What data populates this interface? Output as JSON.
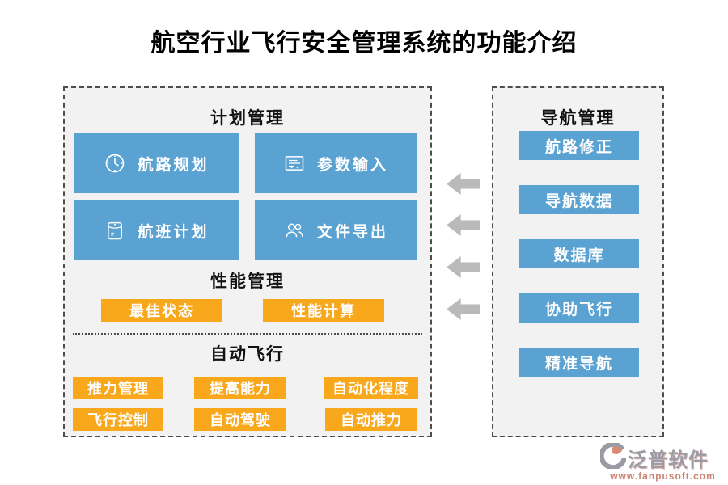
{
  "title": "航空行业飞行安全管理系统的功能介绍",
  "colors": {
    "button_blue": "#5AA2D2",
    "button_orange": "#F9A71B",
    "panel_background": "#F2F2F2",
    "panel_border": "#4D4D4D",
    "arrow_gray": "#BABABA"
  },
  "left_panel": {
    "plan_section": {
      "header": "计划管理",
      "buttons": [
        {
          "label": "航路规划",
          "icon": "clock-icon"
        },
        {
          "label": "参数输入",
          "icon": "form-icon"
        },
        {
          "label": "航班计划",
          "icon": "envelope-icon"
        },
        {
          "label": "文件导出",
          "icon": "users-icon"
        }
      ]
    },
    "performance_section": {
      "header": "性能管理",
      "buttons": [
        {
          "label": "最佳状态"
        },
        {
          "label": "性能计算"
        }
      ]
    },
    "autoflight_section": {
      "header": "自动飞行",
      "buttons": [
        {
          "label": "推力管理"
        },
        {
          "label": "提高能力"
        },
        {
          "label": "自动化程度"
        },
        {
          "label": "飞行控制"
        },
        {
          "label": "自动驾驶"
        },
        {
          "label": "自动推力"
        }
      ]
    }
  },
  "right_panel": {
    "header": "导航管理",
    "buttons": [
      {
        "label": "航路修正"
      },
      {
        "label": "导航数据"
      },
      {
        "label": "数据库"
      },
      {
        "label": "协助飞行"
      },
      {
        "label": "精准导航"
      }
    ]
  },
  "arrows": {
    "count": 4,
    "direction": "left"
  },
  "footer_logo": {
    "name": "泛普软件",
    "url": "www.fanpusoft.com"
  }
}
